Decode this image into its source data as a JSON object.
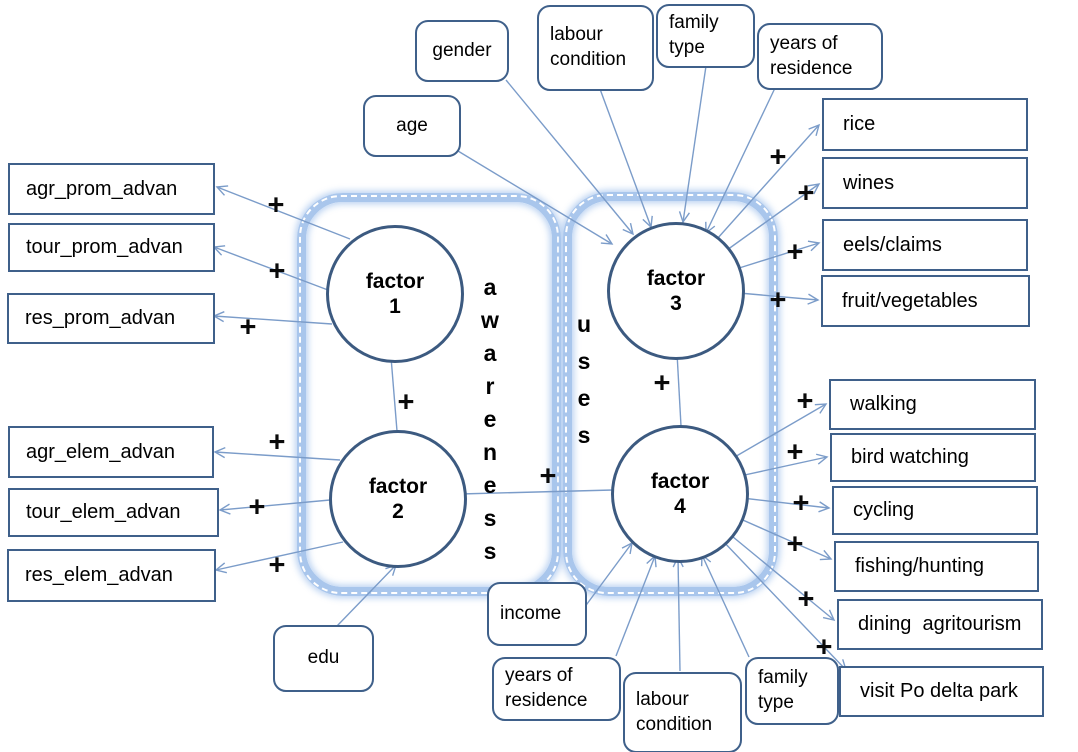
{
  "plus": "+",
  "groups": {
    "awareness": {
      "label": "awareness"
    },
    "uses": {
      "label": "uses"
    }
  },
  "factors": {
    "f1": {
      "word": "factor",
      "num": "1"
    },
    "f2": {
      "word": "factor",
      "num": "2"
    },
    "f3": {
      "word": "factor",
      "num": "3"
    },
    "f4": {
      "word": "factor",
      "num": "4"
    }
  },
  "nodes": {
    "agr_prom": {
      "label": "agr_prom_advan"
    },
    "tour_prom": {
      "label": "tour_prom_advan"
    },
    "res_prom": {
      "label": "res_prom_advan"
    },
    "agr_elem": {
      "label": "agr_elem_advan"
    },
    "tour_elem": {
      "label": "tour_elem_advan"
    },
    "res_elem": {
      "label": "res_elem_advan"
    },
    "rice": {
      "label": "rice"
    },
    "wines": {
      "label": "wines"
    },
    "eels": {
      "label": "eels/claims"
    },
    "fruit": {
      "label": "fruit/vegetables"
    },
    "walking": {
      "label": "walking"
    },
    "bird": {
      "label": "bird watching"
    },
    "cycling": {
      "label": "cycling"
    },
    "fishing": {
      "label": "fishing/hunting"
    },
    "dining": {
      "label": "dining  agritourism"
    },
    "visit": {
      "label": "visit Po delta park"
    },
    "gender": {
      "label": "gender"
    },
    "age": {
      "label": "age"
    },
    "labour_top": {
      "label": "labour condition"
    },
    "family_top": {
      "label": "family type"
    },
    "years_top": {
      "label": "years of residence"
    },
    "edu": {
      "label": "edu"
    },
    "income": {
      "label": "income"
    },
    "years_bottom": {
      "label": "years of residence"
    },
    "labour_bottom": {
      "label": "labour condition"
    },
    "family_bottom": {
      "label": "family type"
    }
  },
  "colors": {
    "node_border": "#3f608a",
    "circle_border": "#3c5a80",
    "arrow": "#7b9cc9",
    "group_band": "#a9c6ec",
    "text": "#000000"
  },
  "edges": {
    "factor_loadings": [
      {
        "from": "factor 1",
        "to": "agr_prom_advan",
        "sign": "+"
      },
      {
        "from": "factor 1",
        "to": "tour_prom_advan",
        "sign": "+"
      },
      {
        "from": "factor 1",
        "to": "res_prom_advan",
        "sign": "+"
      },
      {
        "from": "factor 2",
        "to": "agr_elem_advan",
        "sign": "+"
      },
      {
        "from": "factor 2",
        "to": "tour_elem_advan",
        "sign": "+"
      },
      {
        "from": "factor 2",
        "to": "res_elem_advan",
        "sign": "+"
      },
      {
        "from": "factor 3",
        "to": "rice",
        "sign": "+"
      },
      {
        "from": "factor 3",
        "to": "wines",
        "sign": "+"
      },
      {
        "from": "factor 3",
        "to": "eels/claims",
        "sign": "+"
      },
      {
        "from": "factor 3",
        "to": "fruit/vegetables",
        "sign": "+"
      },
      {
        "from": "factor 4",
        "to": "walking",
        "sign": "+"
      },
      {
        "from": "factor 4",
        "to": "bird watching",
        "sign": "+"
      },
      {
        "from": "factor 4",
        "to": "cycling",
        "sign": "+"
      },
      {
        "from": "factor 4",
        "to": "fishing/hunting",
        "sign": "+"
      },
      {
        "from": "factor 4",
        "to": "dining agritourism",
        "sign": "+"
      },
      {
        "from": "factor 4",
        "to": "visit Po delta park",
        "sign": "+"
      }
    ],
    "predictors": [
      {
        "from": "gender",
        "to": "factor 3"
      },
      {
        "from": "age",
        "to": "factor 3"
      },
      {
        "from": "labour condition",
        "to": "factor 3"
      },
      {
        "from": "family type",
        "to": "factor 3"
      },
      {
        "from": "years of residence",
        "to": "factor 3"
      },
      {
        "from": "edu",
        "to": "factor 2"
      },
      {
        "from": "income",
        "to": "factor 4"
      },
      {
        "from": "years of residence",
        "to": "factor 4"
      },
      {
        "from": "labour condition",
        "to": "factor 4"
      },
      {
        "from": "family type",
        "to": "factor 4"
      }
    ],
    "factor_links": [
      {
        "between": [
          "factor 1",
          "factor 2"
        ],
        "sign": "+"
      },
      {
        "between": [
          "factor 2",
          "factor 4"
        ],
        "sign": "+"
      },
      {
        "between": [
          "factor 3",
          "factor 4"
        ],
        "sign": "+"
      }
    ]
  }
}
